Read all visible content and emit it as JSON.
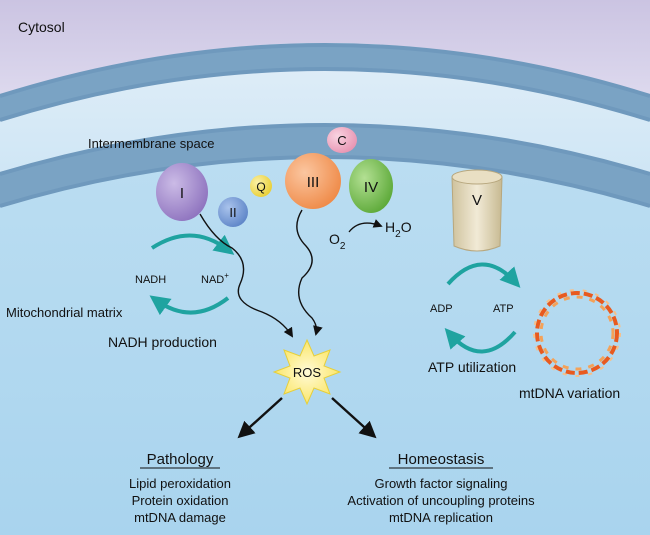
{
  "regions": {
    "cytosol": "Cytosol",
    "intermembrane": "Intermembrane space",
    "matrix": "Mitochondrial matrix"
  },
  "complexes": {
    "c1": "I",
    "c2": "II",
    "q": "Q",
    "c3": "III",
    "c": "C",
    "c4": "IV",
    "c5": "V"
  },
  "reaction": {
    "o2": "O",
    "o2_sub": "2",
    "h2o_h": "H",
    "h2o_sub": "2",
    "h2o_o": "O"
  },
  "nadh_cycle": {
    "nadh": "NADH",
    "nad": "NAD",
    "nad_sup": "+",
    "title": "NADH production"
  },
  "atp_cycle": {
    "adp": "ADP",
    "atp": "ATP",
    "title": "ATP utilization"
  },
  "ros": "ROS",
  "mtdna": "mtDNA variation",
  "pathology": {
    "title": "Pathology",
    "items": [
      "Lipid peroxidation",
      "Protein oxidation",
      "mtDNA damage"
    ]
  },
  "homeostasis": {
    "title": "Homeostasis",
    "items": [
      "Growth factor signaling",
      "Activation of uncoupling proteins",
      "mtDNA replication"
    ]
  },
  "colors": {
    "cytosol": "#d4cfe6",
    "intermembrane": "#d6eaf7",
    "matrix": "#bfe0f3",
    "complex_I": "#a892cf",
    "complex_II": "#7a9ed6",
    "q": "#f1de4e",
    "complex_III": "#f4a067",
    "cyt_c": "#f2b2c8",
    "complex_IV": "#7dc25a",
    "complex_V": "#e6dcc0",
    "cycle_arrow": "#1fa3a0",
    "ros": "#fff3a0"
  }
}
